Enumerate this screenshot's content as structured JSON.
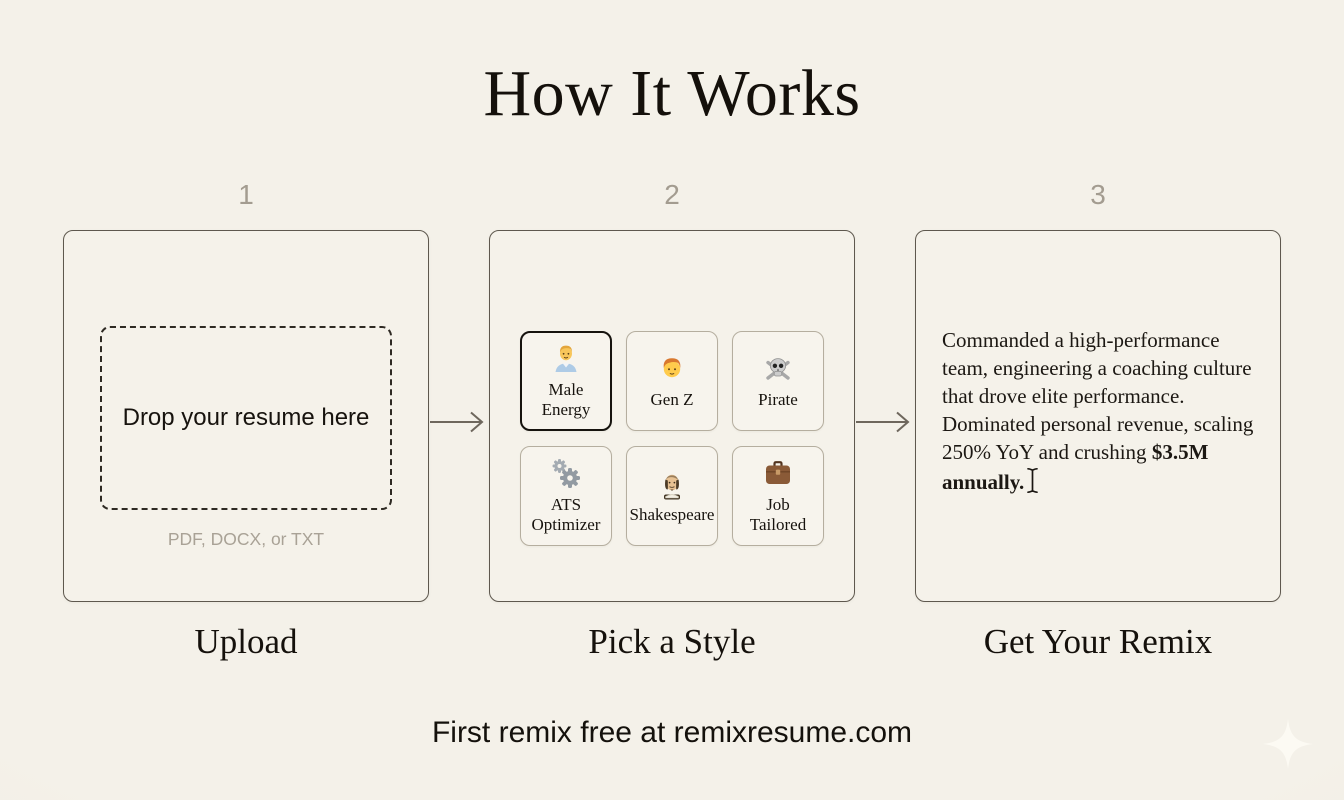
{
  "title": "How It Works",
  "steps": [
    {
      "number": "1",
      "label": "Upload",
      "dropzone": {
        "text": "Drop your resume here",
        "hint": "PDF, DOCX, or TXT"
      }
    },
    {
      "number": "2",
      "label": "Pick a Style",
      "styles": [
        {
          "name": "Male Energy",
          "icon": "man-office-worker-icon",
          "selected": true
        },
        {
          "name": "Gen Z",
          "icon": "person-icon",
          "selected": false
        },
        {
          "name": "Pirate",
          "icon": "skull-crossbones-icon",
          "selected": false
        },
        {
          "name": "ATS Optimizer",
          "icon": "gears-icon",
          "selected": false
        },
        {
          "name": "Shakespeare",
          "icon": "shakespeare-portrait-icon",
          "selected": false
        },
        {
          "name": "Job Tailored",
          "icon": "briefcase-icon",
          "selected": false
        }
      ]
    },
    {
      "number": "3",
      "label": "Get Your Remix",
      "remix_text": {
        "line1": "Commanded a high-performance team, engineering a coaching culture that drove elite performance.",
        "line2_regular": "Dominated personal revenue, scaling 250% YoY and crushing ",
        "line2_bold": "$3.5M annually."
      }
    }
  ],
  "footer": "First remix free at remixresume.com",
  "colors": {
    "background": "#f2eee6",
    "box_fill": "#f5f2ea",
    "box_border": "#5e584e",
    "tile_border": "#b5ae9f",
    "selected_border": "#16130e",
    "muted_gray": "#a39c90",
    "arrow": "#6e675d",
    "text": "#17130d",
    "sparkle": "#fcfaf3"
  }
}
